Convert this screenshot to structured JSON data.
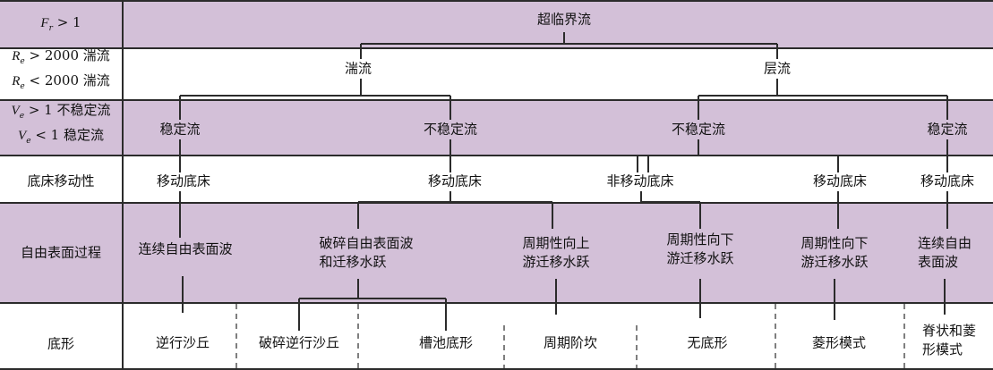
{
  "row_labels": {
    "froude": {
      "var": "F",
      "sub": "r",
      "cond": "> 1"
    },
    "reynolds": [
      {
        "var": "R",
        "sub": "e",
        "cond": "> 2000 湍流"
      },
      {
        "var": "R",
        "sub": "e",
        "cond": "< 2000 湍流"
      }
    ],
    "velocity": [
      {
        "var": "V",
        "sub": "e",
        "cond": "> 1 不稳定流"
      },
      {
        "var": "V",
        "sub": "e",
        "cond": "< 1 稳定流"
      }
    ],
    "bed_mobility": "底床移动性",
    "free_surface": "自由表面过程",
    "bedform": "底形"
  },
  "nodes": {
    "supercritical": "超临界流",
    "turbulent": "湍流",
    "laminar": "层流",
    "stable_1": "稳定流",
    "unstable_1": "不稳定流",
    "unstable_2": "不稳定流",
    "stable_2": "稳定流",
    "mobile_1": "移动底床",
    "mobile_2": "移动底床",
    "nonmobile": "非移动底床",
    "mobile_3": "移动底床",
    "mobile_4": "移动底床",
    "surf_1": "连续自由表面波",
    "surf_2": [
      "破碎自由表面波",
      "和迁移水跃"
    ],
    "surf_3": [
      "周期性向上",
      "游迁移水跃"
    ],
    "surf_4": [
      "周期性向下",
      "游迁移水跃"
    ],
    "surf_5": [
      "周期性向下",
      "游迁移水跃"
    ],
    "surf_6": [
      "连续自由",
      "表面波"
    ],
    "bed_1": "逆行沙丘",
    "bed_2": "破碎逆行沙丘",
    "bed_3": "槽池底形",
    "bed_4": "周期阶坎",
    "bed_5": "无底形",
    "bed_6": "菱形模式",
    "bed_7": [
      "脊状和菱",
      "形模式"
    ]
  }
}
